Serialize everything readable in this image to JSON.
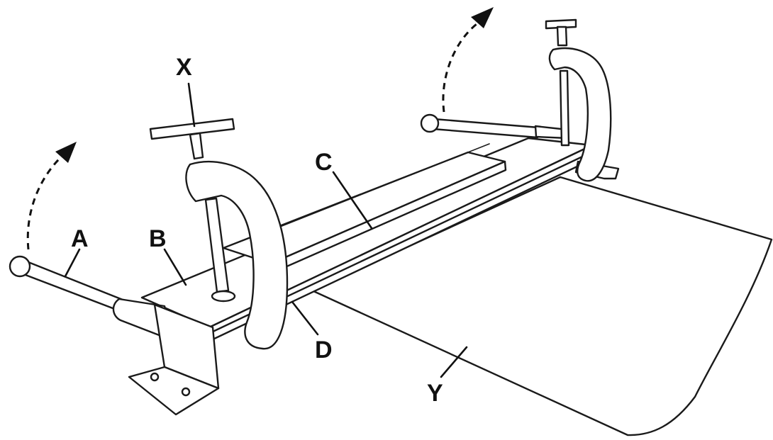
{
  "labels": {
    "a": "A",
    "b": "B",
    "c": "C",
    "d": "D",
    "x": "X",
    "y": "Y"
  },
  "colors": {
    "stroke": "#1a1a1a",
    "fill": "#ffffff"
  }
}
